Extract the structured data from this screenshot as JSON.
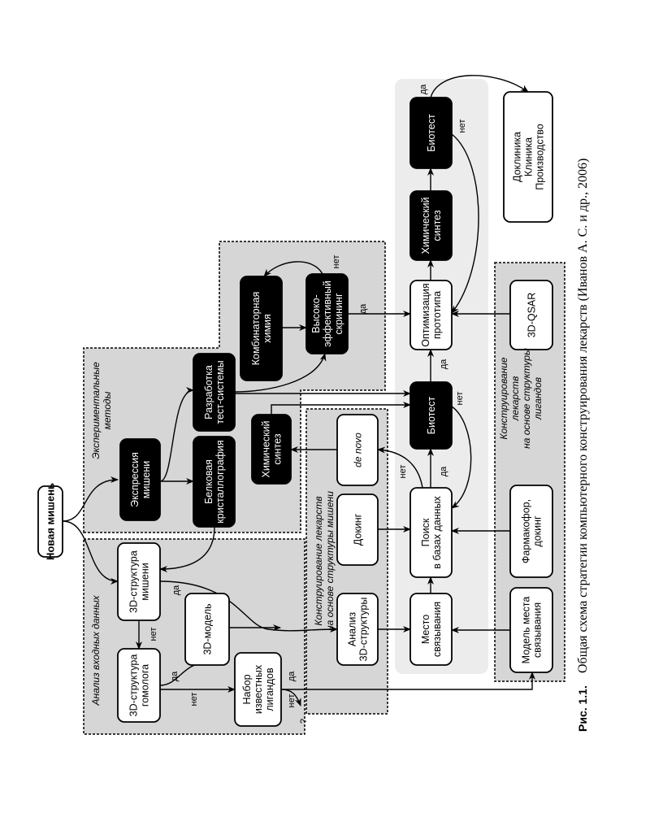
{
  "figure": {
    "caption_number": "Рис. 1.1.",
    "caption_text": "Общая схема стратегии компьютерного конструирования лекарств (Иванов А. С. и др., 2006)",
    "orientation": "rotated 90° counter-clockwise"
  },
  "colors": {
    "panel_gray": "#d6d6d6",
    "panel_light": "#ececec",
    "dark_node": "#000000",
    "light_node": "#ffffff",
    "stroke": "#000000"
  },
  "groups": {
    "input_analysis": "Анализ входных данных",
    "experimental": [
      "Экспериментальные",
      "методы"
    ],
    "target_based": [
      "Конструирование лекарств",
      "на основе структуры мишени"
    ],
    "ligand_based": [
      "Конструирование",
      "лекарств",
      "на основе структуры",
      "лигандов"
    ]
  },
  "nodes": {
    "new_target": [
      "Новая мишень"
    ],
    "target_3d": [
      "3D-структура",
      "мишени"
    ],
    "homolog_3d": [
      "3D-структура",
      "гомолога"
    ],
    "model_3d": [
      "3D-модель"
    ],
    "known_ligands": [
      "Набор",
      "известных",
      "лигандов"
    ],
    "expression": [
      "Экспрессия",
      "мишени"
    ],
    "crystallography": [
      "Белковая",
      "кристаллография"
    ],
    "test_system": [
      "Разработка",
      "тест-системы"
    ],
    "combi_chem": [
      "Комбинаторная",
      "химия"
    ],
    "hts": [
      "Высоко-",
      "эффективный",
      "скрининг"
    ],
    "chem_synth_left": [
      "Химический",
      "синтез"
    ],
    "de_novo": [
      "de novo"
    ],
    "docking": [
      "Докинг"
    ],
    "structure_analysis": [
      "Анализ",
      "3D-структуры"
    ],
    "binding_site": [
      "Место",
      "связывания"
    ],
    "db_search": [
      "Поиск",
      "в базах данных"
    ],
    "biotest_mid": [
      "Биотест"
    ],
    "lead_opt": [
      "Оптимизация",
      "прототипа"
    ],
    "chem_synth_right": [
      "Химический",
      "синтез"
    ],
    "biotest_top": [
      "Биотест"
    ],
    "preclinic": [
      "Доклиника",
      "Клиника",
      "Производство"
    ],
    "qsar": [
      "3D-QSAR"
    ],
    "pharmacophore": [
      "Фармакофор,",
      "докинг"
    ],
    "binding_site_model": [
      "Модель места",
      "связывания"
    ]
  },
  "edge_labels": {
    "yes": "да",
    "no": "нет",
    "unknown": "?"
  }
}
